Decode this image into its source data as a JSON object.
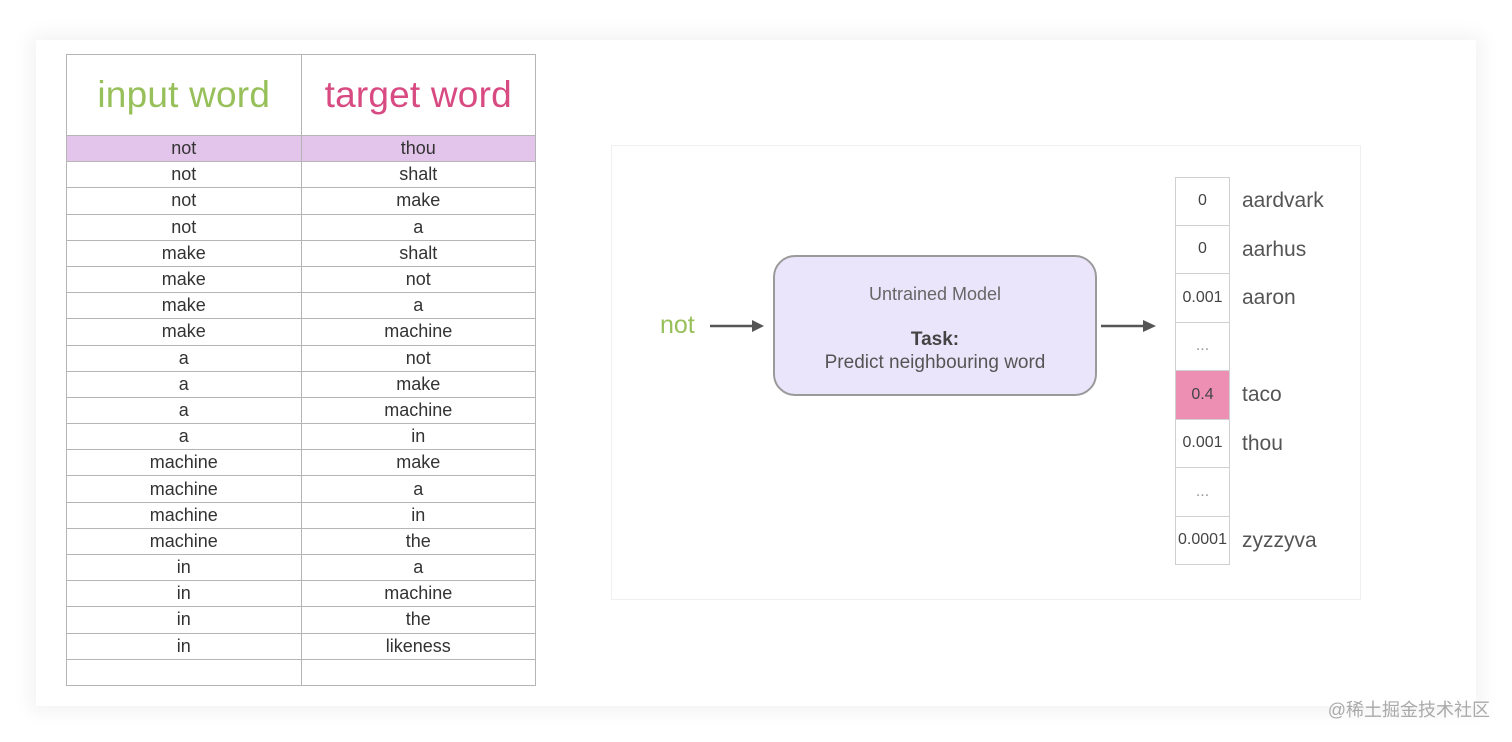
{
  "table": {
    "headers": {
      "input": "input word",
      "target": "target word"
    },
    "rows": [
      {
        "input": "not",
        "target": "thou"
      },
      {
        "input": "not",
        "target": "shalt"
      },
      {
        "input": "not",
        "target": "make"
      },
      {
        "input": "not",
        "target": "a"
      },
      {
        "input": "make",
        "target": "shalt"
      },
      {
        "input": "make",
        "target": "not"
      },
      {
        "input": "make",
        "target": "a"
      },
      {
        "input": "make",
        "target": "machine"
      },
      {
        "input": "a",
        "target": "not"
      },
      {
        "input": "a",
        "target": "make"
      },
      {
        "input": "a",
        "target": "machine"
      },
      {
        "input": "a",
        "target": "in"
      },
      {
        "input": "machine",
        "target": "make"
      },
      {
        "input": "machine",
        "target": "a"
      },
      {
        "input": "machine",
        "target": "in"
      },
      {
        "input": "machine",
        "target": "the"
      },
      {
        "input": "in",
        "target": "a"
      },
      {
        "input": "in",
        "target": "machine"
      },
      {
        "input": "in",
        "target": "the"
      },
      {
        "input": "in",
        "target": "likeness"
      },
      {
        "input": "",
        "target": ""
      }
    ],
    "highlight_row": 0,
    "colors": {
      "input": "#97c05a",
      "target": "#d84a82",
      "highlight": "#e3c4ea"
    }
  },
  "diagram": {
    "input_word": "not",
    "model": {
      "title": "Untrained Model",
      "task_label": "Task:",
      "task_desc": "Predict neighbouring word",
      "fill": "#ebe5fb"
    },
    "outputs": [
      {
        "value": "0",
        "word": "aardvark"
      },
      {
        "value": "0",
        "word": "aarhus"
      },
      {
        "value": "0.001",
        "word": "aaron"
      },
      {
        "value": "...",
        "word": ""
      },
      {
        "value": "0.4",
        "word": "taco",
        "highlight": true
      },
      {
        "value": "0.001",
        "word": "thou"
      },
      {
        "value": "...",
        "word": ""
      },
      {
        "value": "0.0001",
        "word": "zyzzyva"
      }
    ],
    "highlight_color": "#ec8fb3"
  },
  "watermark": "@稀土掘金技术社区"
}
